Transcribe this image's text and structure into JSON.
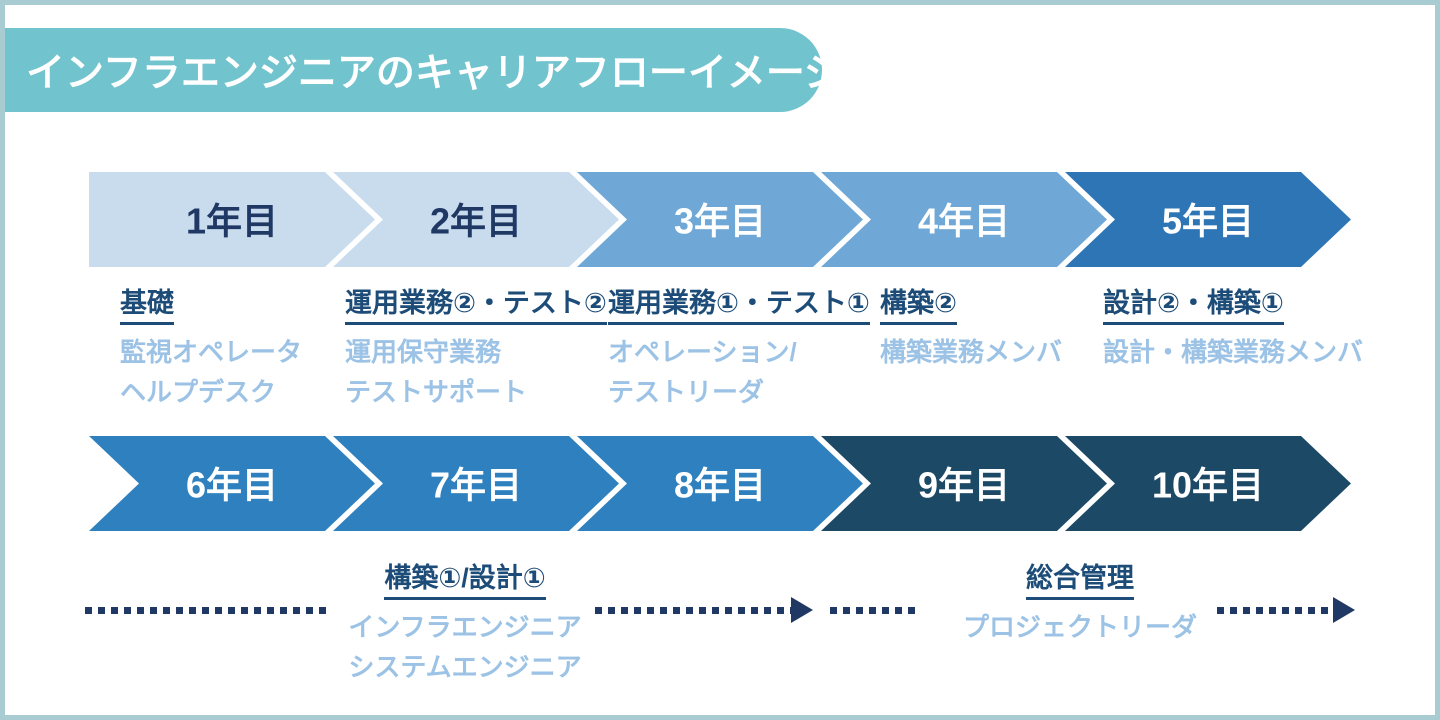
{
  "banner": {
    "title": "インフラエンジニアのキャリアフローイメージ",
    "background": "#71c3cd",
    "text_color": "#ffffff"
  },
  "timeline_rows": [
    {
      "name": "years-1-5",
      "arrows": [
        {
          "label": "1年目",
          "fill": "#c9dcee",
          "text_color": "#203864"
        },
        {
          "label": "2年目",
          "fill": "#c9dcee",
          "text_color": "#203864"
        },
        {
          "label": "3年目",
          "fill": "#6fa8d6",
          "text_color": "#ffffff"
        },
        {
          "label": "4年目",
          "fill": "#6fa8d6",
          "text_color": "#ffffff"
        },
        {
          "label": "5年目",
          "fill": "#2e75b6",
          "text_color": "#ffffff"
        }
      ]
    },
    {
      "name": "years-6-10",
      "arrows": [
        {
          "label": "6年目",
          "fill": "#2e80be",
          "text_color": "#ffffff"
        },
        {
          "label": "7年目",
          "fill": "#2e80be",
          "text_color": "#ffffff"
        },
        {
          "label": "8年目",
          "fill": "#2e80be",
          "text_color": "#ffffff"
        },
        {
          "label": "9年目",
          "fill": "#1c4966",
          "text_color": "#ffffff"
        },
        {
          "label": "10年目",
          "fill": "#1c4966",
          "text_color": "#ffffff"
        }
      ]
    }
  ],
  "stage_columns": [
    {
      "heading": "基礎",
      "roles": [
        "監視オペレータ",
        "ヘルプデスク"
      ]
    },
    {
      "heading": "運用業務②・テスト②",
      "roles": [
        "運用保守業務",
        "テストサポート"
      ]
    },
    {
      "heading": "運用業務①・テスト①",
      "roles": [
        "オペレーション/",
        "テストリーダ"
      ]
    },
    {
      "heading": "構築②",
      "roles": [
        "構築業務メンバ"
      ]
    },
    {
      "heading": "設計②・構築①",
      "roles": [
        "設計・構築業務メンバ"
      ]
    }
  ],
  "stage_groups": [
    {
      "heading": "構築①/設計①",
      "roles": [
        "インフラエンジニア",
        "システムエンジニア"
      ]
    },
    {
      "heading": "総合管理",
      "roles": [
        "プロジェクトリーダ"
      ]
    }
  ],
  "colors": {
    "frame_border": "#a9ccd3",
    "heading_text": "#1c4c77",
    "role_text": "#9cc3e5",
    "dotted_flow": "#203864"
  }
}
